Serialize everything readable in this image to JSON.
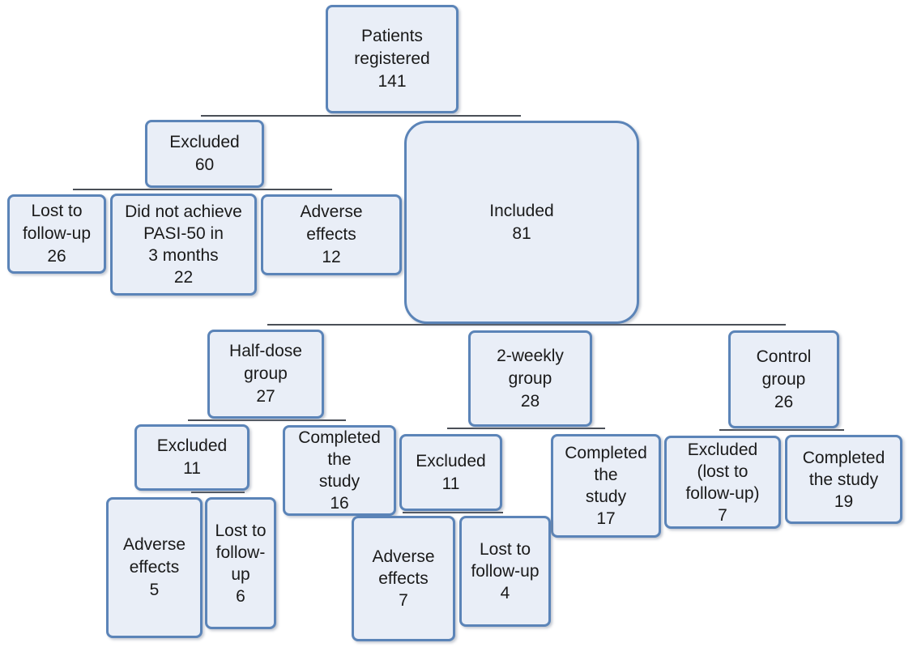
{
  "nodes": {
    "registered": "Patients\nregistered\n141",
    "excluded": "Excluded\n60",
    "included": "Included\n81",
    "lost_followup_26": "Lost to\nfollow-up\n26",
    "no_pasi": "Did not achieve\nPASI-50 in\n3 months\n22",
    "adverse_12": "Adverse\neffects\n12",
    "half_dose": "Half-dose\ngroup\n27",
    "two_weekly": "2-weekly\ngroup\n28",
    "control": "Control\ngroup\n26",
    "half_excluded": "Excluded\n11",
    "half_completed": "Completed\nthe\nstudy\n16",
    "half_adverse": "Adverse\neffects\n5",
    "half_lost": "Lost to\nfollow-\nup\n6",
    "two_excluded": "Excluded\n11",
    "two_completed": "Completed\nthe\nstudy\n17",
    "two_adverse": "Adverse\neffects\n7",
    "two_lost": "Lost to\nfollow-up\n4",
    "control_excluded": "Excluded\n(lost to\nfollow-up)\n7",
    "control_completed": "Completed\nthe study\n19"
  },
  "colors": {
    "box_fill": "#e9eef7",
    "box_border": "#5b84b8",
    "connector": "#4a4f57"
  }
}
